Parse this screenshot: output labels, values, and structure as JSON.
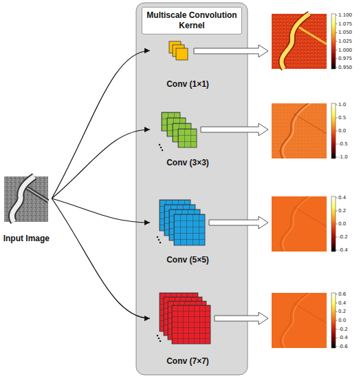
{
  "diagram": {
    "nodes": [
      {
        "text": [
          "Input Image"
        ]
      },
      {
        "text": [
          "Multiscale Convolution Kernel"
        ]
      },
      {
        "text": [
          "Conv (1×1)"
        ],
        "in": 1
      },
      {
        "text": [
          "Conv (3×3)"
        ],
        "in": 1
      },
      {
        "text": [
          "Conv (5×5)"
        ],
        "in": 1
      },
      {
        "text": [
          "Conv (7×7)"
        ],
        "in": 1
      }
    ],
    "edges": [
      {
        "from": 0,
        "to": 2,
        "arrow": "to"
      },
      {
        "from": 0,
        "to": 3,
        "arrow": "to"
      },
      {
        "from": 0,
        "to": 4,
        "arrow": "to"
      },
      {
        "from": 0,
        "to": 5,
        "arrow": "to"
      }
    ],
    "labels": [
      "1.100",
      "1.075",
      "1.050",
      "1.025",
      "1.000",
      "0.975",
      "0.950",
      "1.0",
      "0.5",
      "0.0",
      "-0.5",
      "-1.0",
      "0.4",
      "0.2",
      "0.0",
      "-0.2",
      "-0.4",
      "0.6",
      "0.4",
      "0.2",
      "0.0",
      "-0.2",
      "-0.4",
      "-0.6"
    ]
  }
}
